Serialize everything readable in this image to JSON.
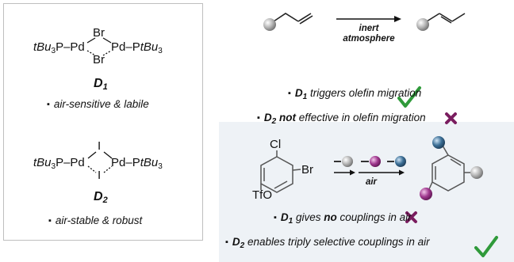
{
  "left_panel": {
    "d1": {
      "bridging_top": "Br",
      "bridging_bottom": "Br",
      "left_ligand": "tBu",
      "left_ligand_sub": "3",
      "left_ligand_tail": "P–Pd",
      "right_ligand_head": "Pd–P",
      "right_ligand": "tBu",
      "right_ligand_sub": "3",
      "name": "D",
      "name_sub": "1",
      "note": "air-sensitive & labile"
    },
    "d2": {
      "bridging_top": "I",
      "bridging_bottom": "I",
      "left_ligand": "tBu",
      "left_ligand_sub": "3",
      "left_ligand_tail": "P–Pd",
      "right_ligand_head": "Pd–P",
      "right_ligand": "tBu",
      "right_ligand_sub": "3",
      "name": "D",
      "name_sub": "2",
      "note": "air-stable & robust"
    }
  },
  "migration": {
    "arrow_label_line1": "inert",
    "arrow_label_line2": "atmosphere",
    "d1_name": "D",
    "d1_sub": "1",
    "d1_text": "triggers olefin migration",
    "d2_name": "D",
    "d2_sub": "2",
    "d2_not": "not",
    "d2_text": "effective in olefin migration"
  },
  "coupling": {
    "substituent_cl": "Cl",
    "substituent_br": "Br",
    "substituent_otf": "TfO",
    "arrow_label": "air",
    "d1_name": "D",
    "d1_sub": "1",
    "d1_gives": "gives",
    "d1_no": "no",
    "d1_text": "couplings in air",
    "d2_name": "D",
    "d2_sub": "2",
    "d2_text": "enables triply selective couplings in air"
  },
  "colors": {
    "grey_sphere": "#a6a6a6",
    "purple_sphere": "#a0398f",
    "blue_sphere": "#3c6f96",
    "check_green": "#2f9a3a",
    "cross_purple": "#7a1d5f",
    "panel_bg": "#eef2f6"
  },
  "icons": [
    "checkmark-icon",
    "cross-icon"
  ]
}
